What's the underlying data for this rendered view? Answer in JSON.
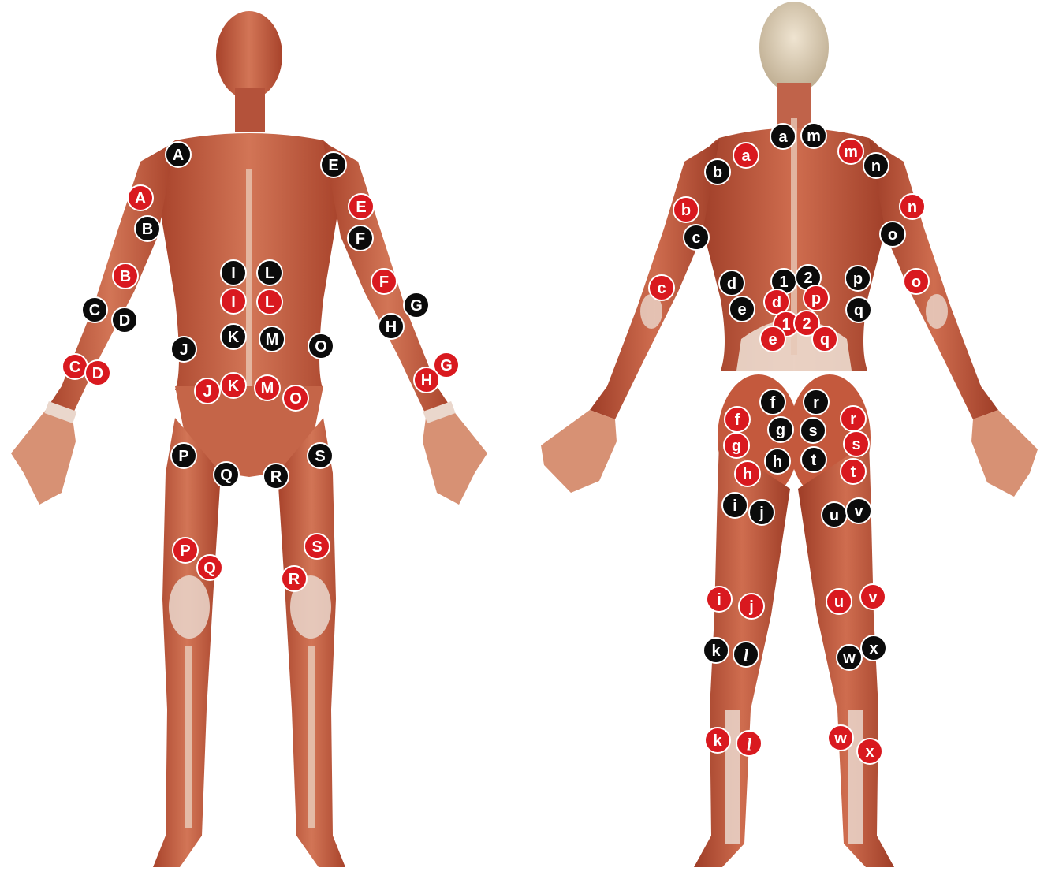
{
  "colors": {
    "skin_dark": "#a8432b",
    "skin_mid": "#c9644a",
    "skin_light": "#e09a7c",
    "tendon": "#ead7cc",
    "head_back": "#d9c9b0",
    "marker_black": "#0b0b0b",
    "marker_red": "#d9191f",
    "marker_outline": "#ffffff"
  },
  "views": [
    {
      "name": "front-view"
    },
    {
      "name": "back-view"
    }
  ],
  "markers": [
    {
      "label": "A",
      "color": "black"
    },
    {
      "label": "A",
      "color": "red"
    },
    {
      "label": "B",
      "color": "black"
    },
    {
      "label": "B",
      "color": "red"
    },
    {
      "label": "C",
      "color": "black"
    },
    {
      "label": "D",
      "color": "black"
    },
    {
      "label": "C",
      "color": "red"
    },
    {
      "label": "D",
      "color": "red"
    },
    {
      "label": "E",
      "color": "black"
    },
    {
      "label": "E",
      "color": "red"
    },
    {
      "label": "F",
      "color": "black"
    },
    {
      "label": "F",
      "color": "red"
    },
    {
      "label": "G",
      "color": "black"
    },
    {
      "label": "H",
      "color": "black"
    },
    {
      "label": "G",
      "color": "red"
    },
    {
      "label": "H",
      "color": "red"
    },
    {
      "label": "I",
      "color": "black"
    },
    {
      "label": "L",
      "color": "black"
    },
    {
      "label": "I",
      "color": "red"
    },
    {
      "label": "L",
      "color": "red"
    },
    {
      "label": "K",
      "color": "black"
    },
    {
      "label": "M",
      "color": "black"
    },
    {
      "label": "J",
      "color": "black"
    },
    {
      "label": "O",
      "color": "black"
    },
    {
      "label": "J",
      "color": "red"
    },
    {
      "label": "K",
      "color": "red"
    },
    {
      "label": "M",
      "color": "red"
    },
    {
      "label": "O",
      "color": "red"
    },
    {
      "label": "P",
      "color": "black"
    },
    {
      "label": "Q",
      "color": "black"
    },
    {
      "label": "R",
      "color": "black"
    },
    {
      "label": "S",
      "color": "black"
    },
    {
      "label": "P",
      "color": "red"
    },
    {
      "label": "Q",
      "color": "red"
    },
    {
      "label": "R",
      "color": "red"
    },
    {
      "label": "S",
      "color": "red"
    },
    {
      "label": "a",
      "color": "black"
    },
    {
      "label": "m",
      "color": "black"
    },
    {
      "label": "a",
      "color": "red"
    },
    {
      "label": "m",
      "color": "red"
    },
    {
      "label": "b",
      "color": "black"
    },
    {
      "label": "n",
      "color": "black"
    },
    {
      "label": "b",
      "color": "red"
    },
    {
      "label": "n",
      "color": "red"
    },
    {
      "label": "c",
      "color": "black"
    },
    {
      "label": "o",
      "color": "black"
    },
    {
      "label": "c",
      "color": "red"
    },
    {
      "label": "o",
      "color": "red"
    },
    {
      "label": "d",
      "color": "black"
    },
    {
      "label": "1",
      "color": "black"
    },
    {
      "label": "2",
      "color": "black"
    },
    {
      "label": "p",
      "color": "black"
    },
    {
      "label": "d",
      "color": "red"
    },
    {
      "label": "p",
      "color": "red"
    },
    {
      "label": "e",
      "color": "black"
    },
    {
      "label": "q",
      "color": "black"
    },
    {
      "label": "1",
      "color": "red"
    },
    {
      "label": "2",
      "color": "red"
    },
    {
      "label": "e",
      "color": "red"
    },
    {
      "label": "q",
      "color": "red"
    },
    {
      "label": "f",
      "color": "black"
    },
    {
      "label": "r",
      "color": "black"
    },
    {
      "label": "f",
      "color": "red"
    },
    {
      "label": "r",
      "color": "red"
    },
    {
      "label": "g",
      "color": "black"
    },
    {
      "label": "s",
      "color": "black"
    },
    {
      "label": "g",
      "color": "red"
    },
    {
      "label": "s",
      "color": "red"
    },
    {
      "label": "h",
      "color": "black"
    },
    {
      "label": "t",
      "color": "black"
    },
    {
      "label": "h",
      "color": "red"
    },
    {
      "label": "t",
      "color": "red"
    },
    {
      "label": "i",
      "color": "black"
    },
    {
      "label": "j",
      "color": "black"
    },
    {
      "label": "u",
      "color": "black"
    },
    {
      "label": "v",
      "color": "black"
    },
    {
      "label": "i",
      "color": "red"
    },
    {
      "label": "j",
      "color": "red"
    },
    {
      "label": "u",
      "color": "red"
    },
    {
      "label": "v",
      "color": "red"
    },
    {
      "label": "k",
      "color": "black"
    },
    {
      "label": "l",
      "color": "black"
    },
    {
      "label": "w",
      "color": "black"
    },
    {
      "label": "x",
      "color": "black"
    },
    {
      "label": "k",
      "color": "red"
    },
    {
      "label": "l",
      "color": "red"
    },
    {
      "label": "w",
      "color": "red"
    },
    {
      "label": "x",
      "color": "red"
    }
  ]
}
